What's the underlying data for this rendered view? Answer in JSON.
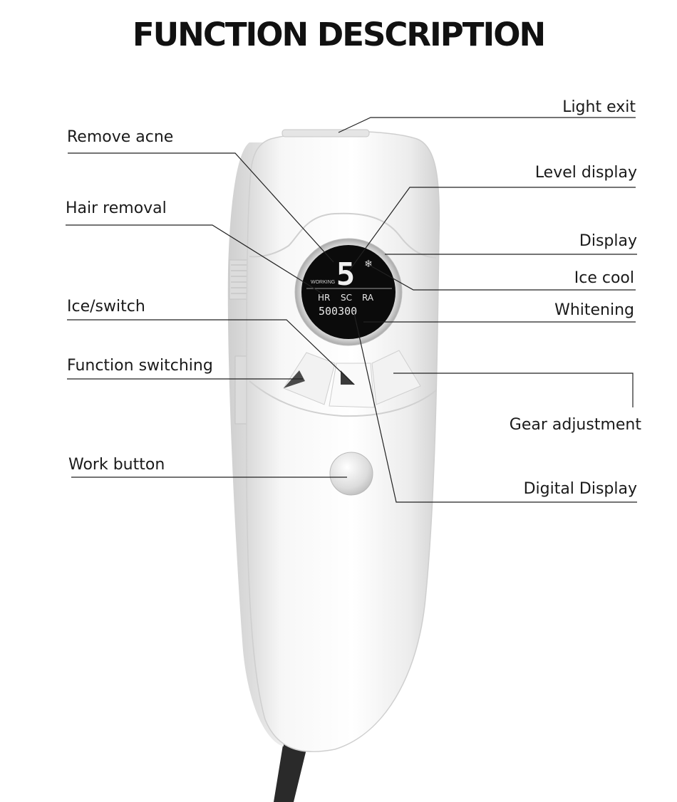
{
  "title": "FUNCTION DESCRIPTION",
  "labels": {
    "light_exit": "Light exit",
    "remove_acne": "Remove acne",
    "level_display": "Level display",
    "hair_removal": "Hair removal",
    "display": "Display",
    "ice_cool": "Ice cool",
    "ice_switch": "Ice/switch",
    "whitening": "Whitening",
    "function_switching": "Function switching",
    "gear_adjustment": "Gear adjustment",
    "work_button": "Work button",
    "digital_display": "Digital Display"
  },
  "screen": {
    "level": "5",
    "status": "WORKING",
    "modes": [
      "HR",
      "SC",
      "RA"
    ],
    "counter": "500300",
    "snow_glyph": "❄"
  },
  "colors": {
    "device_body": "#f3f3f3",
    "screen": "#0b0b0b",
    "cable": "#2a2a2a",
    "leader_line": "#222222"
  }
}
